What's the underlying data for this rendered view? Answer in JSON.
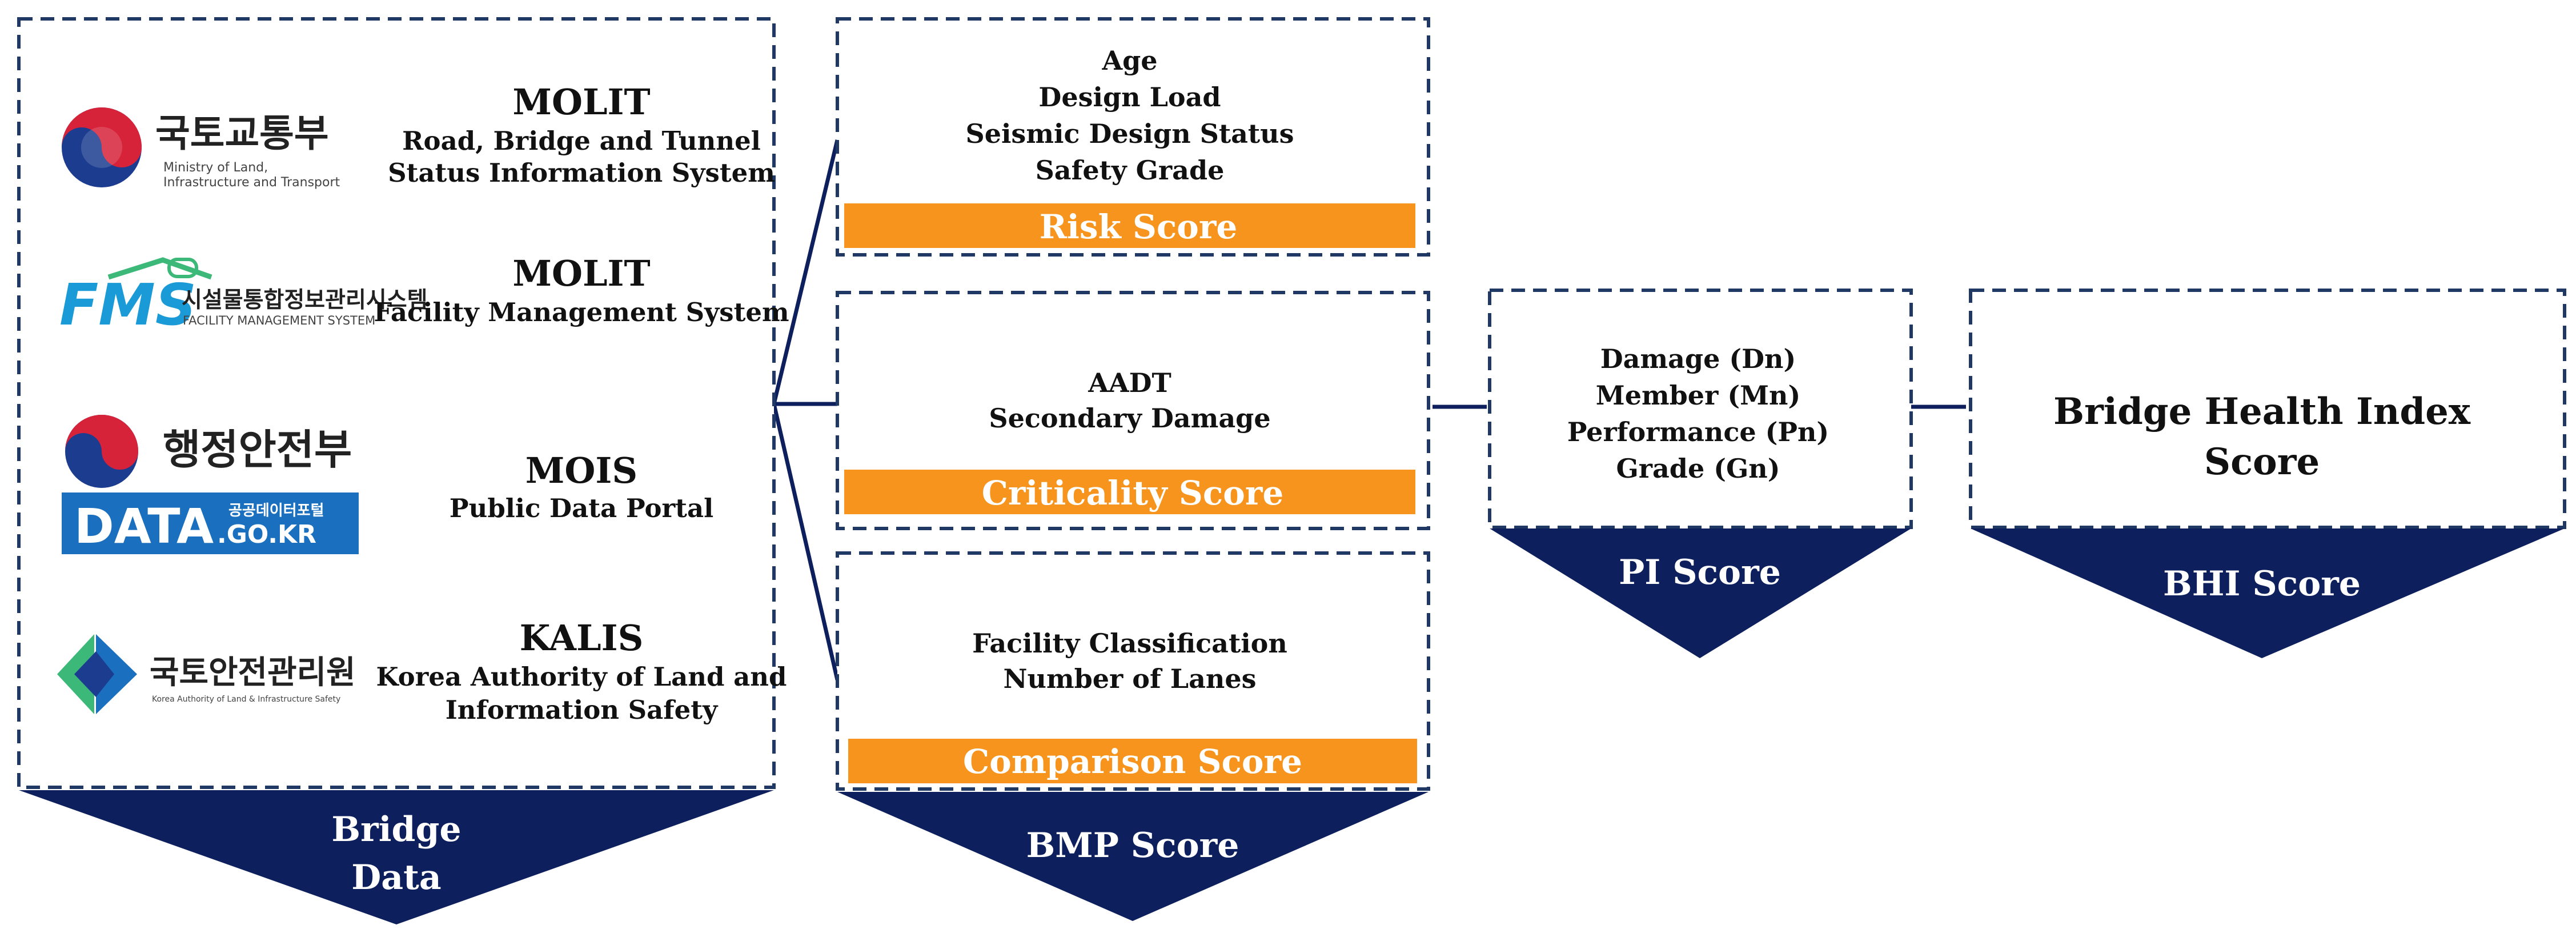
{
  "colors": {
    "navy": "#0d1f5c",
    "dash": "#1f3864",
    "orange": "#f7941d",
    "fms_blue": "#1a9ad6",
    "fms_green": "#3cb878",
    "data_blue": "#1a6fbf"
  },
  "sources": [
    {
      "logo_kr": "국토교통부",
      "logo_en_1": "Ministry of Land,",
      "logo_en_2": "Infrastructure and Transport",
      "title": "MOLIT",
      "sub_1": "Road, Bridge and Tunnel",
      "sub_2": "Status Information System"
    },
    {
      "logo_mark": "FMS",
      "logo_kr": "시설물통합정보관리시스템",
      "logo_en": "FACILITY MANAGEMENT SYSTEM",
      "title": "MOLIT",
      "sub_1": "Facility Management System"
    },
    {
      "logo_kr": "행정안전부",
      "logo_data": "DATA",
      "logo_data_kr": "공공데이터포털",
      "logo_data_url": ".GO.KR",
      "title": "MOIS",
      "sub_1": "Public Data Portal"
    },
    {
      "logo_kr": "국토안전관리원",
      "logo_en": "Korea Authority of Land & Infrastructure Safety",
      "title": "KALIS",
      "sub_1": "Korea Authority of Land and",
      "sub_2": "Information Safety"
    }
  ],
  "bridge_data_label_1": "Bridge",
  "bridge_data_label_2": "Data",
  "bmp": {
    "risk": {
      "items": [
        "Age",
        "Design Load",
        "Seismic Design Status",
        "Safety Grade"
      ],
      "label": "Risk Score"
    },
    "criticality": {
      "items": [
        "AADT",
        "Secondary Damage"
      ],
      "label": "Criticality Score"
    },
    "comparison": {
      "items": [
        "Facility Classification",
        "Number of Lanes"
      ],
      "label": "Comparison Score"
    },
    "arrow_label": "BMP Score"
  },
  "pi": {
    "items": [
      "Damage (Dn)",
      "Member (Mn)",
      "Performance (Pn)",
      "Grade (Gn)"
    ],
    "arrow_label": "PI Score"
  },
  "bhi": {
    "title_1": "Bridge Health Index",
    "title_2": "Score",
    "arrow_label": "BHI Score"
  }
}
